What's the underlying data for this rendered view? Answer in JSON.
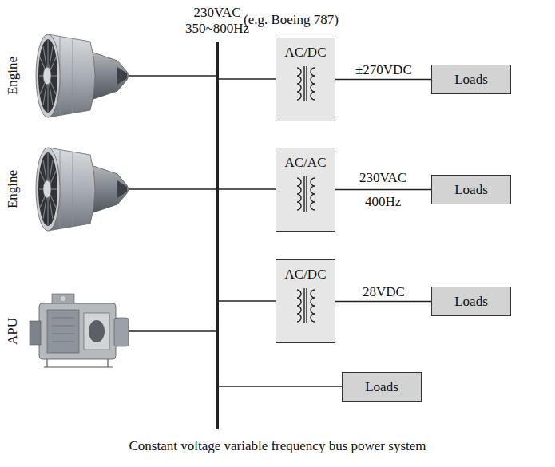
{
  "diagram": {
    "caption": "Constant voltage variable frequency bus power system",
    "nodes": [
      {
        "text": [
          "AC/DC"
        ]
      },
      {
        "text": [
          "Loads"
        ]
      },
      {
        "text": [
          "AC/AC"
        ]
      },
      {
        "text": [
          "Loads"
        ]
      },
      {
        "text": [
          "AC/DC"
        ]
      },
      {
        "text": [
          "Loads"
        ]
      },
      {
        "text": [
          "Loads"
        ]
      }
    ],
    "edges": [
      {
        "from": 0,
        "to": 1,
        "arrow": "none",
        "label": "±270VDC"
      },
      {
        "from": 2,
        "to": 3,
        "arrow": "none",
        "label": "230VAC 400Hz"
      },
      {
        "from": 4,
        "to": 5,
        "arrow": "none",
        "label": "28VDC"
      }
    ],
    "labels": [
      "230VAC 350~800Hz",
      "(e.g. Boeing 787)",
      "Engine",
      "Engine",
      "APU"
    ]
  }
}
